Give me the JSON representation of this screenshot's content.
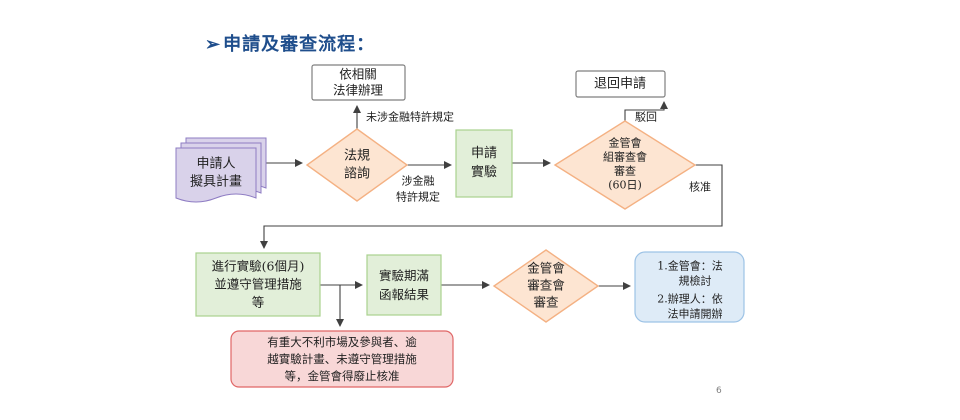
{
  "header": {
    "title_arrow": "➢",
    "title": "申請及審查流程："
  },
  "page_number": "6",
  "colors": {
    "doc_fill": "#d9d2ea",
    "doc_stroke": "#8e7cc3",
    "box_fill": "#ffffff",
    "box_stroke": "#7f7f7f",
    "diamond_fill": "#fde5d2",
    "diamond_stroke": "#f4b183",
    "green_fill": "#e2efd9",
    "green_stroke": "#a9d18e",
    "red_fill": "#f8d7d7",
    "red_stroke": "#e06666",
    "blue_fill": "#deebf7",
    "blue_stroke": "#9dc3e6",
    "line": "#404040",
    "title": "#1f4e8c"
  },
  "nodes": {
    "applicant": [
      "申請人",
      "擬具計畫"
    ],
    "other_law": [
      "依相關",
      "法律辦理"
    ],
    "consult": [
      "法規",
      "諮詢"
    ],
    "apply": [
      "申請",
      "實驗"
    ],
    "return": [
      "退回申請"
    ],
    "review": [
      "金管會",
      "組審查會",
      "審查",
      "(60日)"
    ],
    "conduct": [
      "進行實驗(6個月)",
      "並遵守管理措施",
      "等"
    ],
    "report": [
      "實驗期滿",
      "函報結果"
    ],
    "final_review": [
      "金管會",
      "審查會",
      "審查"
    ],
    "outcome": [
      "1.金管會：法",
      "規檢討",
      "2.辦理人：依",
      "法申請開辦"
    ],
    "revoke": [
      "有重大不利市場及參與者、逾",
      "越實驗計畫、未遵守管理措施",
      "等，金管會得廢止核准"
    ]
  },
  "edge_labels": {
    "not_franchise": "未涉金融特許規定",
    "franchise": [
      "涉金融",
      "特許規定"
    ],
    "reject": "駁回",
    "approve": "核准"
  }
}
